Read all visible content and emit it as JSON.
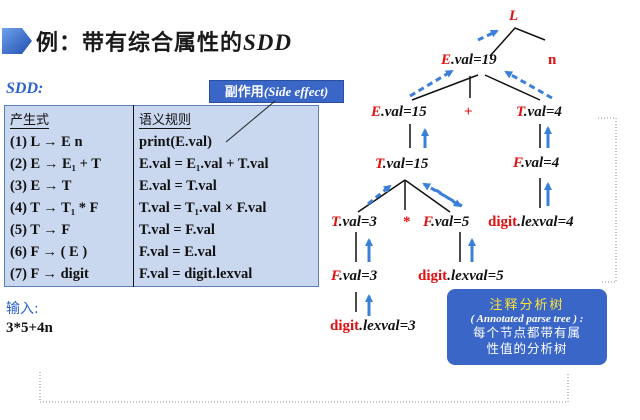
{
  "title": {
    "prefix": "例：带有综合属性的",
    "em": "SDD"
  },
  "sdd_label": "SDD:",
  "side_effect": {
    "cn": "副作用",
    "en": "(Side effect)"
  },
  "table": {
    "headers": [
      "产生式",
      "语义规则"
    ],
    "rows": [
      {
        "prod": "(1) L → E n",
        "rule": "print(E.val)"
      },
      {
        "prod": "(2) E → E₁ + T",
        "rule": "E.val = E₁.val + T.val"
      },
      {
        "prod": "(3) E → T",
        "rule": "E.val = T.val"
      },
      {
        "prod": "(4) T → T₁ * F",
        "rule": "T.val = T₁.val × F.val"
      },
      {
        "prod": "(5) T → F",
        "rule": "T.val = F.val"
      },
      {
        "prod": "(6) F → ( E )",
        "rule": "F.val = E.val"
      },
      {
        "prod": "(7) F → digit",
        "rule": "F.val = digit.lexval"
      }
    ]
  },
  "input_label": "输入:",
  "input_value": "3*5+4n",
  "tree": {
    "L": "L",
    "n": "n",
    "E_root": {
      "sym": "E",
      "attr": ".val=19"
    },
    "E_mid": {
      "sym": "E",
      "attr": ".val=15"
    },
    "plus": "+",
    "T_right": {
      "sym": "T",
      "attr": ".val=4"
    },
    "T_mid": {
      "sym": "T",
      "attr": ".val=15"
    },
    "F_right": {
      "sym": "F",
      "attr": ".val=4"
    },
    "T_low": {
      "sym": "T",
      "attr": ".val=3"
    },
    "star": "*",
    "F_mid": {
      "sym": "F",
      "attr": ".val=5"
    },
    "digit_right": {
      "sym": "digit",
      "attr": ".lexval=4"
    },
    "F_low": {
      "sym": "F",
      "attr": ".val=3"
    },
    "digit_mid": {
      "sym": "digit",
      "attr": ".lexval=5"
    },
    "digit_low": {
      "sym": "digit",
      "attr": ".lexval=3"
    }
  },
  "annotation": {
    "title": "注释分析树",
    "en": "( Annotated parse tree ) :",
    "desc1": "每个节点都带有属",
    "desc2": "性值的分析树"
  },
  "colors": {
    "accent_blue": "#3a66c7",
    "red": "#e01010",
    "arrow_blue": "#3a7fd8",
    "table_bg": "#c9d7ef"
  }
}
